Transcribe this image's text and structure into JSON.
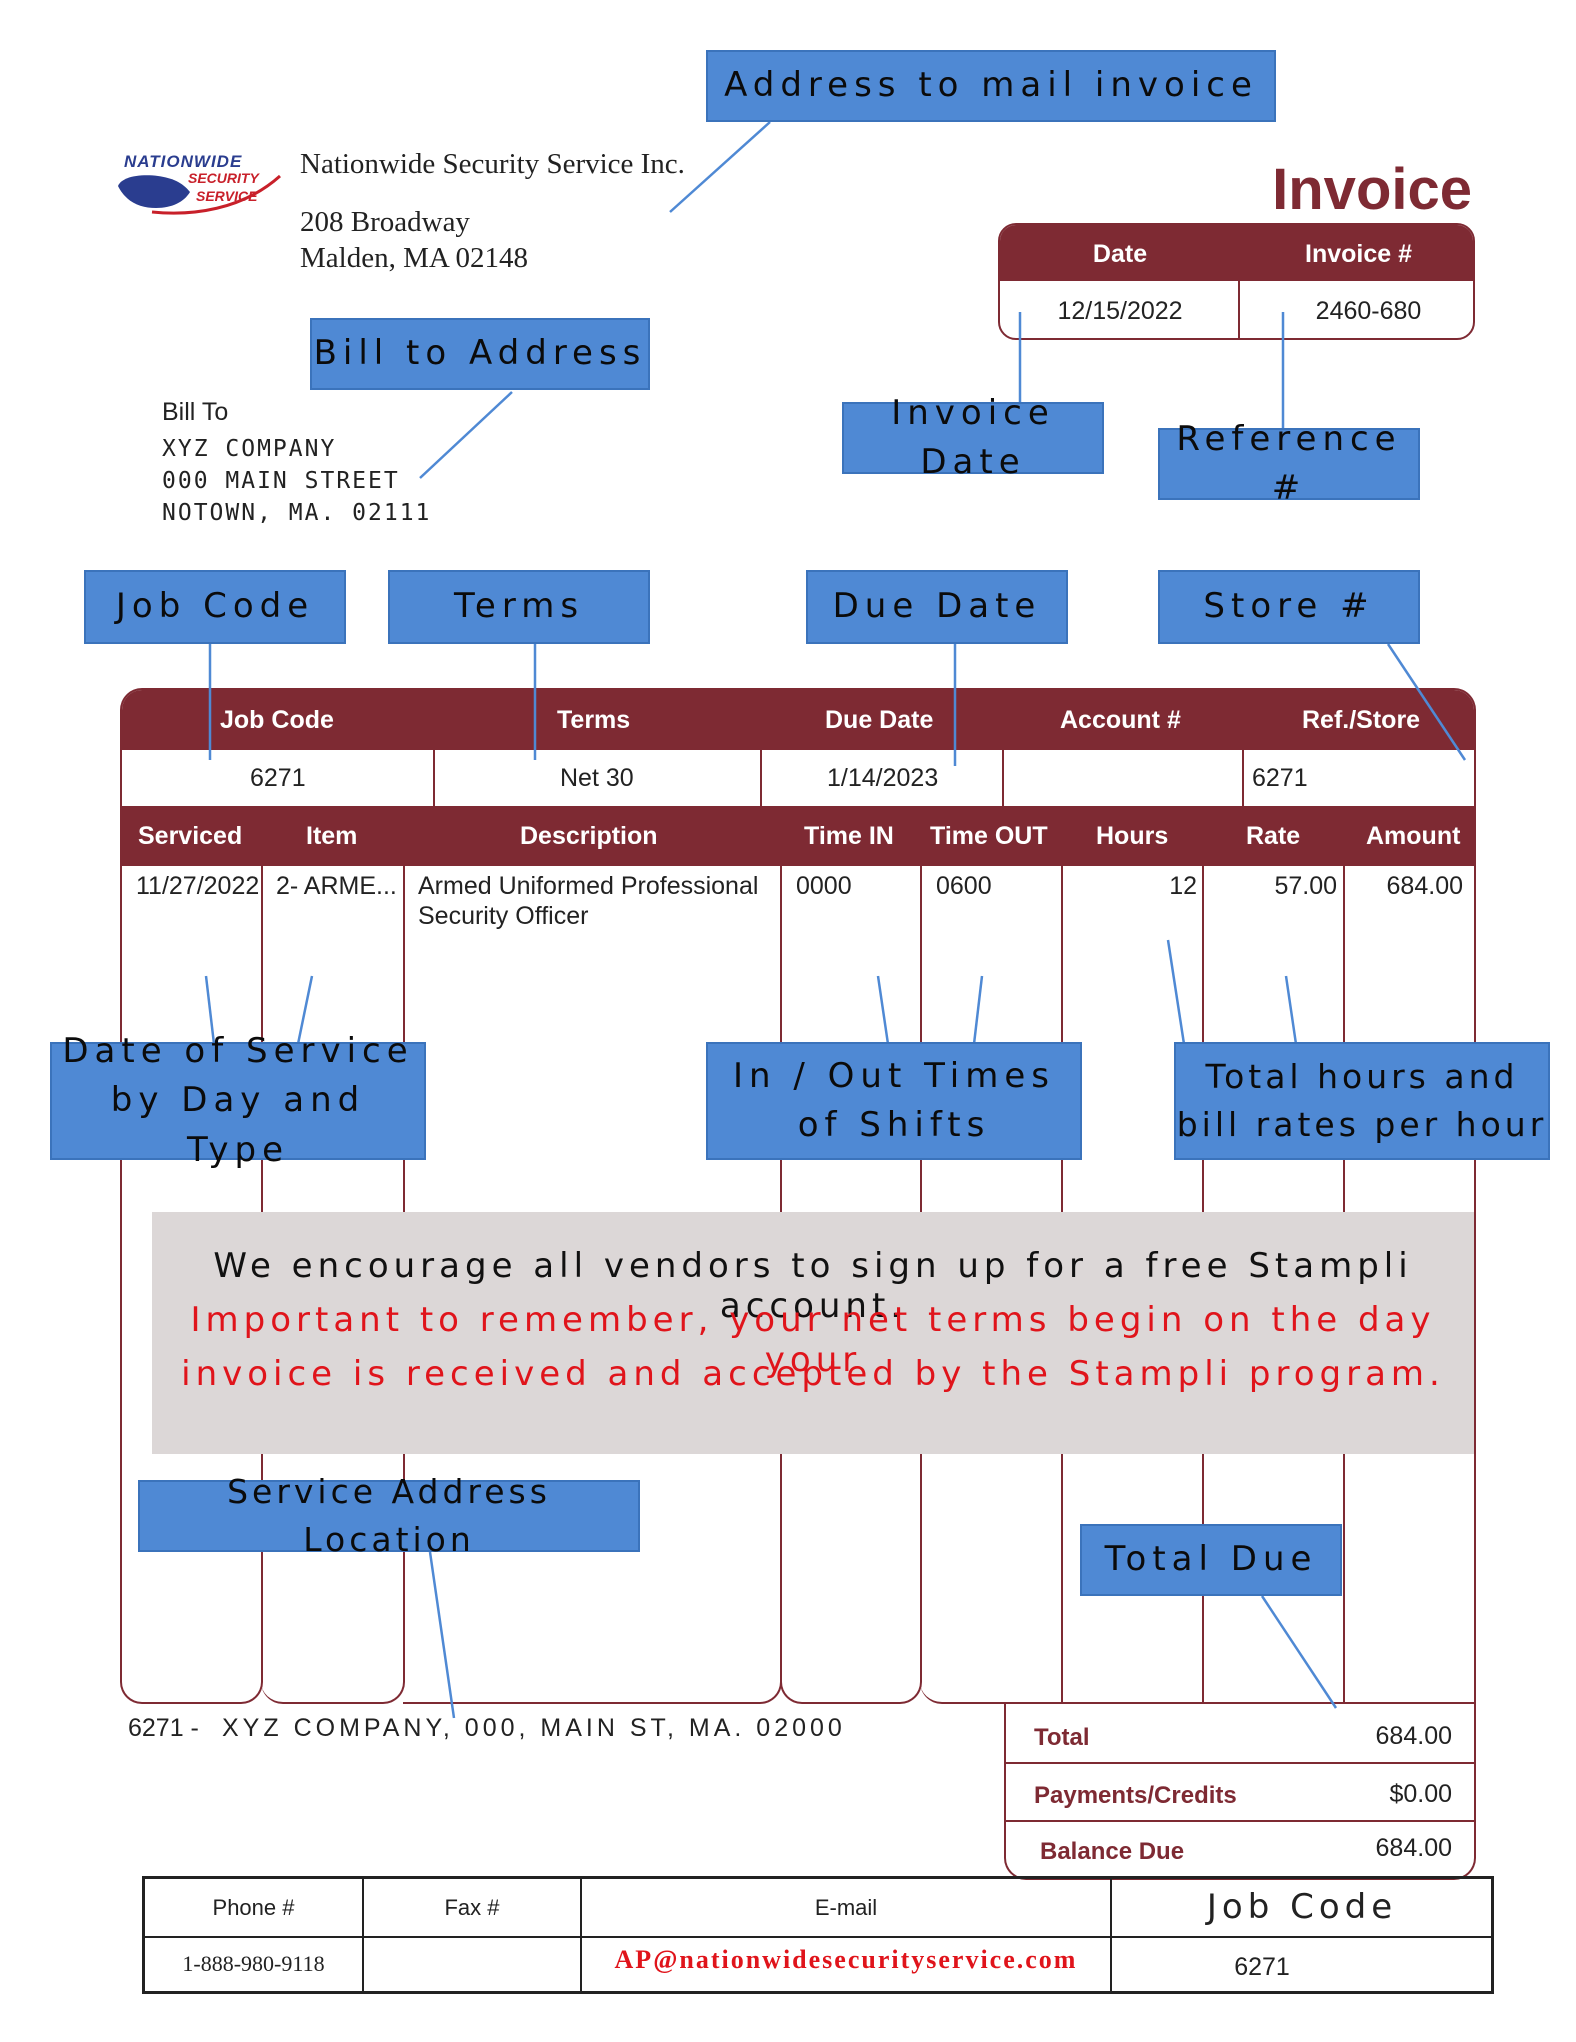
{
  "company": {
    "logo_lines": [
      "NATIONWIDE",
      "SECURITY",
      "SERVICE"
    ],
    "name": "Nationwide Security Service Inc.",
    "address_line1": "208 Broadway",
    "address_line2": "Malden, MA 02148"
  },
  "doc_title": "Invoice",
  "invoice_box": {
    "date_header": "Date",
    "invoice_no_header": "Invoice #",
    "date": "12/15/2022",
    "invoice_no": "2460-680"
  },
  "bill_to": {
    "label": "Bill To",
    "line1": "XYZ COMPANY",
    "line2": "000 MAIN STREET",
    "line3": "NOTOWN, MA. 02111"
  },
  "callouts": {
    "address_to_mail": "Address to mail invoice",
    "bill_to_address": "Bill to Address",
    "invoice_date": "Invoice Date",
    "reference": "Reference #",
    "job_code": "Job Code",
    "terms": "Terms",
    "due_date": "Due Date",
    "store": "Store #",
    "date_of_service_1": "Date of Service",
    "date_of_service_2": "by Day and Type",
    "in_out_1": "In / Out Times",
    "in_out_2": "of Shifts",
    "total_hours_1": "Total hours and",
    "total_hours_2": "bill rates per hour",
    "service_address": "Service Address Location",
    "total_due": "Total Due",
    "job_code_footer": "Job Code"
  },
  "info_table": {
    "headers": [
      "Job Code",
      "Terms",
      "Due Date",
      "Account #",
      "Ref./Store"
    ],
    "values": [
      "6271",
      "Net 30",
      "1/14/2023",
      "",
      "6271"
    ]
  },
  "line_items": {
    "headers": [
      "Serviced",
      "Item",
      "Description",
      "Time IN",
      "Time OUT",
      "Hours",
      "Rate",
      "Amount"
    ],
    "row": {
      "serviced": "11/27/2022",
      "item": "2- ARME...",
      "description_line1": "Armed Uniformed Professional",
      "description_line2": "Security Officer",
      "time_in": "0000",
      "time_out": "0600",
      "hours": "12",
      "rate": "57.00",
      "amount": "684.00"
    }
  },
  "notice": {
    "line1": "We encourage all vendors to sign up for a free Stampli account.",
    "line2": "Important to remember, your net terms begin on the day your",
    "line3": "invoice is received and accepted by the Stampli program."
  },
  "service_location": {
    "prefix": "6271 -",
    "address": "XYZ COMPANY, 000, MAIN ST, MA. 02000"
  },
  "totals": {
    "total_label": "Total",
    "total_value": "684.00",
    "payments_label": "Payments/Credits",
    "payments_value": "$0.00",
    "balance_label": "Balance Due",
    "balance_value": "684.00"
  },
  "footer": {
    "phone_label": "Phone #",
    "fax_label": "Fax #",
    "email_label": "E-mail",
    "phone": "1-888-980-9118",
    "fax": "",
    "email": "AP@nationwidesecurityservice.com",
    "job_code": "6271"
  },
  "colors": {
    "maroon": "#7e2a33",
    "callout_blue": "#4f89d4",
    "notice_bg": "#dcd7d7",
    "notice_red": "#e0141b"
  }
}
